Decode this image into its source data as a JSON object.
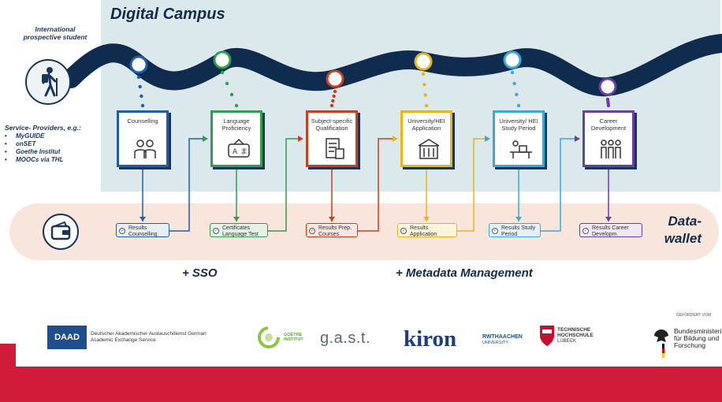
{
  "title": "Digital Campus",
  "student_label": "International prospective student",
  "service_providers": {
    "title": "Service- Providers, e.g.:",
    "items": [
      "MyGUIDE",
      "onSET",
      "Goethe Institut",
      "MOOCs via THL"
    ]
  },
  "steps": [
    {
      "label": "Counselling",
      "color": "#1f5fa8",
      "result": "Results Counselling",
      "result_bg": "#e6eef6"
    },
    {
      "label": "Language Proficiency",
      "color": "#2e9e4f",
      "result": "Certificates Language Test",
      "result_bg": "#e5f2e6"
    },
    {
      "label": "Subject-specific Qualification",
      "color": "#c9401c",
      "result": "Results Prep. Courses",
      "result_bg": "#fbe7e1"
    },
    {
      "label": "University/HEI Application",
      "color": "#e8b61a",
      "result": "Results Application",
      "result_bg": "#fdf4d9"
    },
    {
      "label": "University/ HEI Study Period",
      "color": "#39a9dc",
      "result": "Results Study Period",
      "result_bg": "#e3f2fa"
    },
    {
      "label": "Career Development",
      "color": "#6b3fa0",
      "result": "Results Career Developm.",
      "result_bg": "#efe8f6"
    }
  ],
  "data_wallet_label": "Data-wallet",
  "sso_label": "+ SSO",
  "metadata_label": "+ Metadata Management",
  "logos": {
    "daad": "DAAD",
    "daad_text": "Deutscher Akademischer Austauschdienst German Academic Exchange Service",
    "goethe": "GOETHE INSTITUT",
    "gast": "g.a.s.t.",
    "kiron": "kiron",
    "rwth": "RWTHAACHEN",
    "rwth_sub": "UNIVERSITY",
    "th": "TECHNISCHE HOCHSCHULE",
    "th_sub": "LÜBECK",
    "funded_by": "GEFÖRDERT VOM",
    "bmbf": "Bundesministerium für Bildung und Forschung"
  },
  "colors": {
    "path": "#0f2b4e",
    "band": "#dbe9ec",
    "wallet_band": "#f8e6dc",
    "red_bar": "#d01c39"
  }
}
